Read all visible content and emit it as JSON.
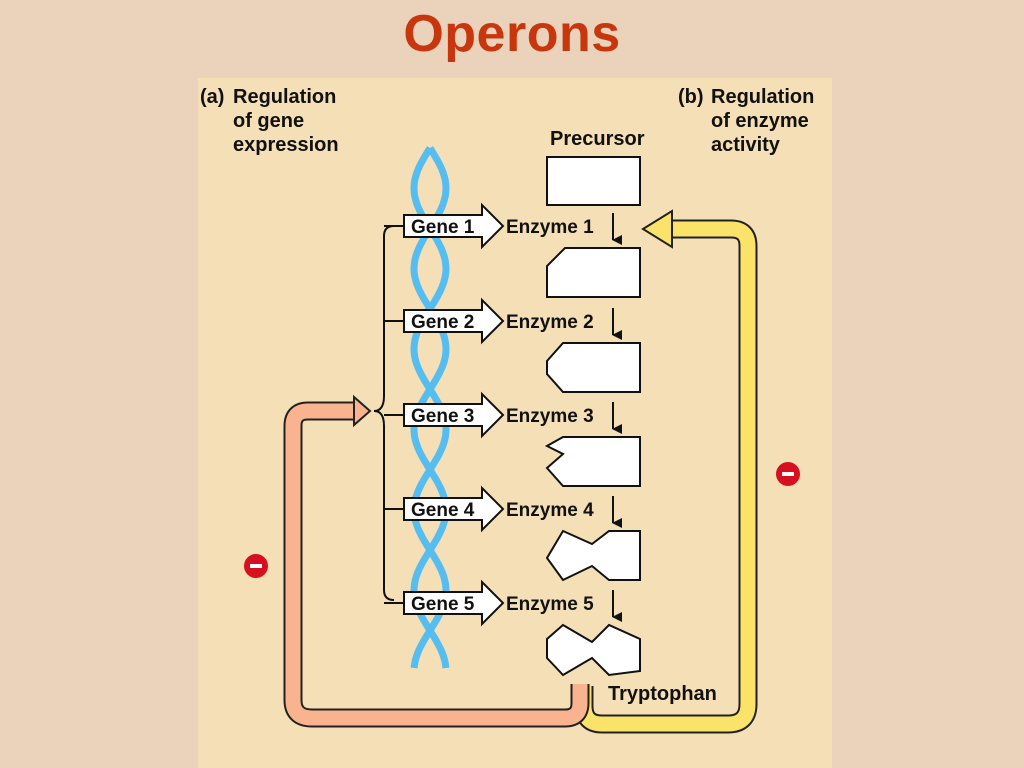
{
  "title": "Operons",
  "panel_a": {
    "marker": "(a)",
    "lines": [
      "Regulation",
      "of gene",
      "expression"
    ]
  },
  "panel_b": {
    "marker": "(b)",
    "lines": [
      "Regulation",
      "of enzyme",
      "activity"
    ]
  },
  "precursor": "Precursor",
  "product": "Tryptophan",
  "genes": [
    "Gene 1",
    "Gene 2",
    "Gene 3",
    "Gene 4",
    "Gene 5"
  ],
  "enzymes": [
    "Enzyme 1",
    "Enzyme 2",
    "Enzyme 3",
    "Enzyme 4",
    "Enzyme 5"
  ],
  "inhibition_symbol": "−",
  "colors": {
    "title": "#c8360d",
    "background": "#ead2bb",
    "panel": "#f5dfb7",
    "dna": "#55bdf0",
    "gene_feedback": "#f9b48f",
    "enzyme_feedback": "#fbe36a",
    "inhibition": "#d6101e"
  }
}
